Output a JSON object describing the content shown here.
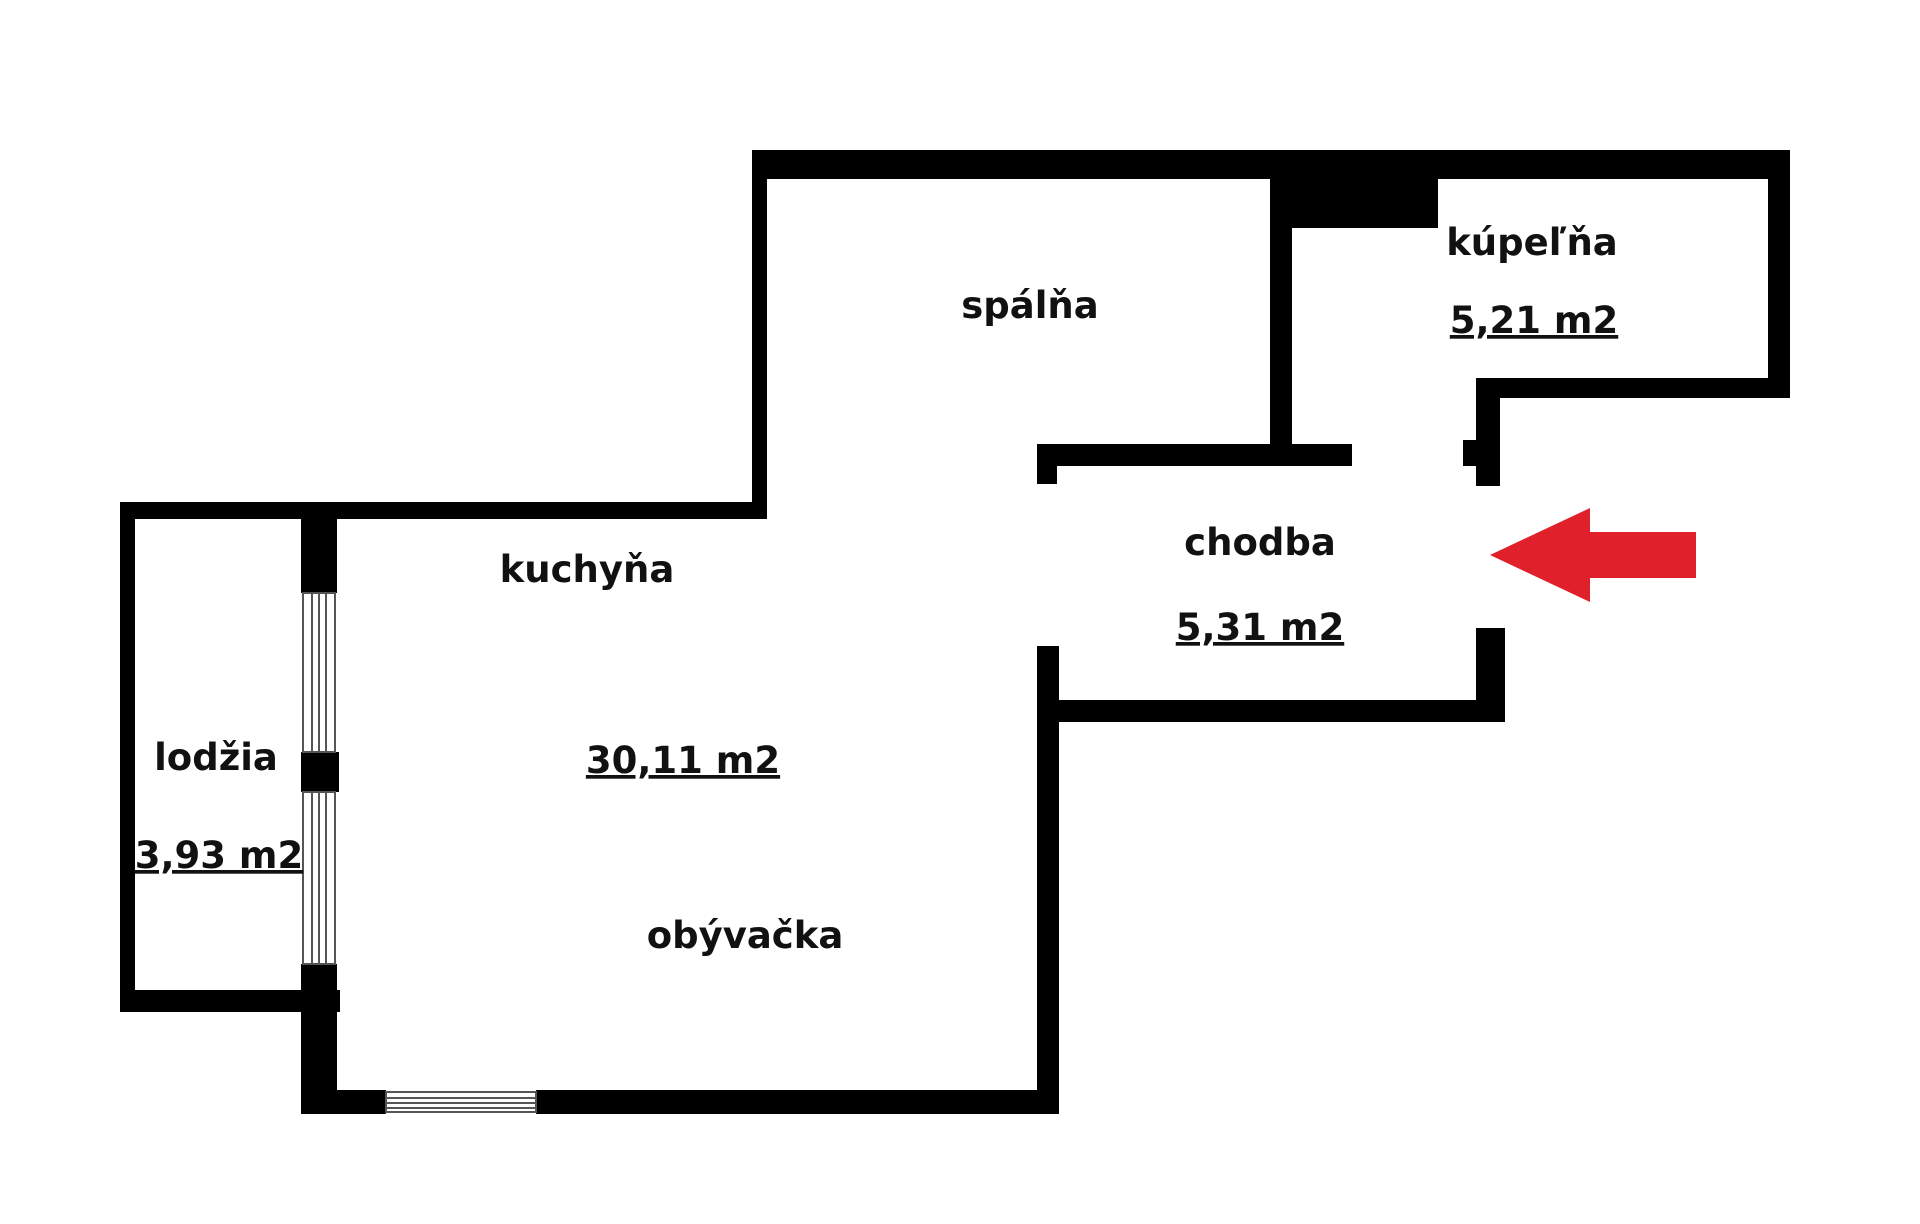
{
  "colors": {
    "wall": "#000000",
    "background": "#ffffff",
    "arrow": "#e0202a",
    "window_line": "#555555"
  },
  "rooms": {
    "spalna": {
      "label": "spálňa"
    },
    "kupelna": {
      "label": "kúpeľňa",
      "area": "5,21 m2"
    },
    "chodba": {
      "label": "chodba",
      "area": "5,31 m2"
    },
    "kuchyna": {
      "label": "kuchyňa"
    },
    "obyvacka": {
      "label": "obývačka",
      "area": "30,11 m2"
    },
    "lodzia": {
      "label": "lodžia",
      "area": "3,93 m2"
    }
  },
  "icons": {
    "entrance": "arrow-left-icon"
  }
}
